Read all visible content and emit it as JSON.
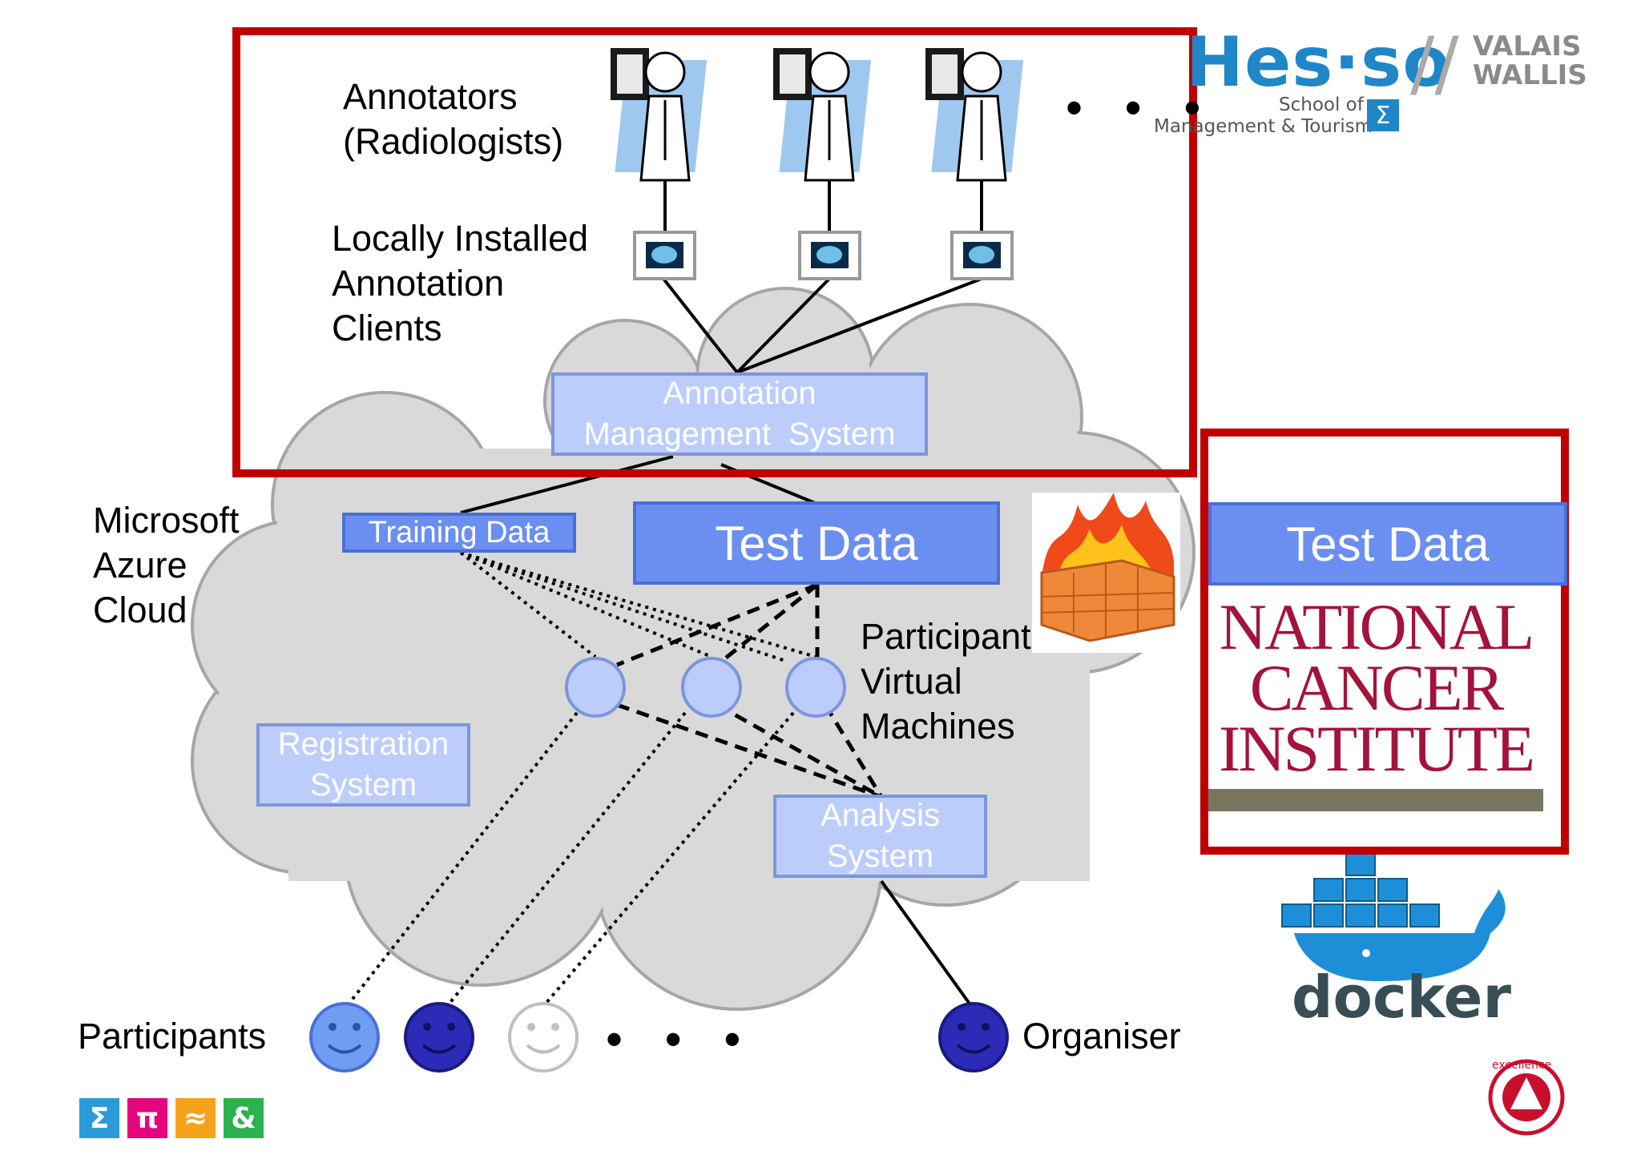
{
  "labels": {
    "annotators": "Annotators\n(Radiologists)",
    "clients": "Locally Installed\nAnnotation\nClients",
    "cloud": "Microsoft\nAzure\nCloud",
    "vms": "Participant\nVirtual\nMachines",
    "participants": "Participants",
    "organiser": "Organiser",
    "ellipsis": "• • •"
  },
  "boxes": {
    "ams": "Annotation\nManagement  System",
    "training": "Training Data",
    "test_cloud": "Test Data",
    "registration": "Registration\nSystem",
    "analysis": "Analysis\nSystem",
    "test_nci": "Test Data"
  },
  "logos": {
    "hes_main": "Hes·so",
    "hes_region": "VALAIS\nWALLIS",
    "hes_school": "School of",
    "hes_dept": "Management & Tourism",
    "nci": "NATIONAL\nCANCER\nINSTITUTE",
    "docker": "docker",
    "excellence": "excellence",
    "squares": [
      "Σ",
      "π",
      "≈",
      "&"
    ]
  },
  "colors": {
    "frame_red": "#c00000",
    "cloud_fill": "#d9d9d9",
    "box_pale": "#bccdfc",
    "box_strong": "#6b8ff0",
    "face_light": "#6f9ef0",
    "face_dark": "#2b2bb8",
    "face_white": "#ffffff",
    "hes_blue": "#1f86c8",
    "nci_red": "#a3143a",
    "docker_blue": "#1d8fd8",
    "square_blue": "#2a9bd8",
    "square_pink": "#e5067f",
    "square_orange": "#f5a21b",
    "square_green": "#2bb24c"
  }
}
